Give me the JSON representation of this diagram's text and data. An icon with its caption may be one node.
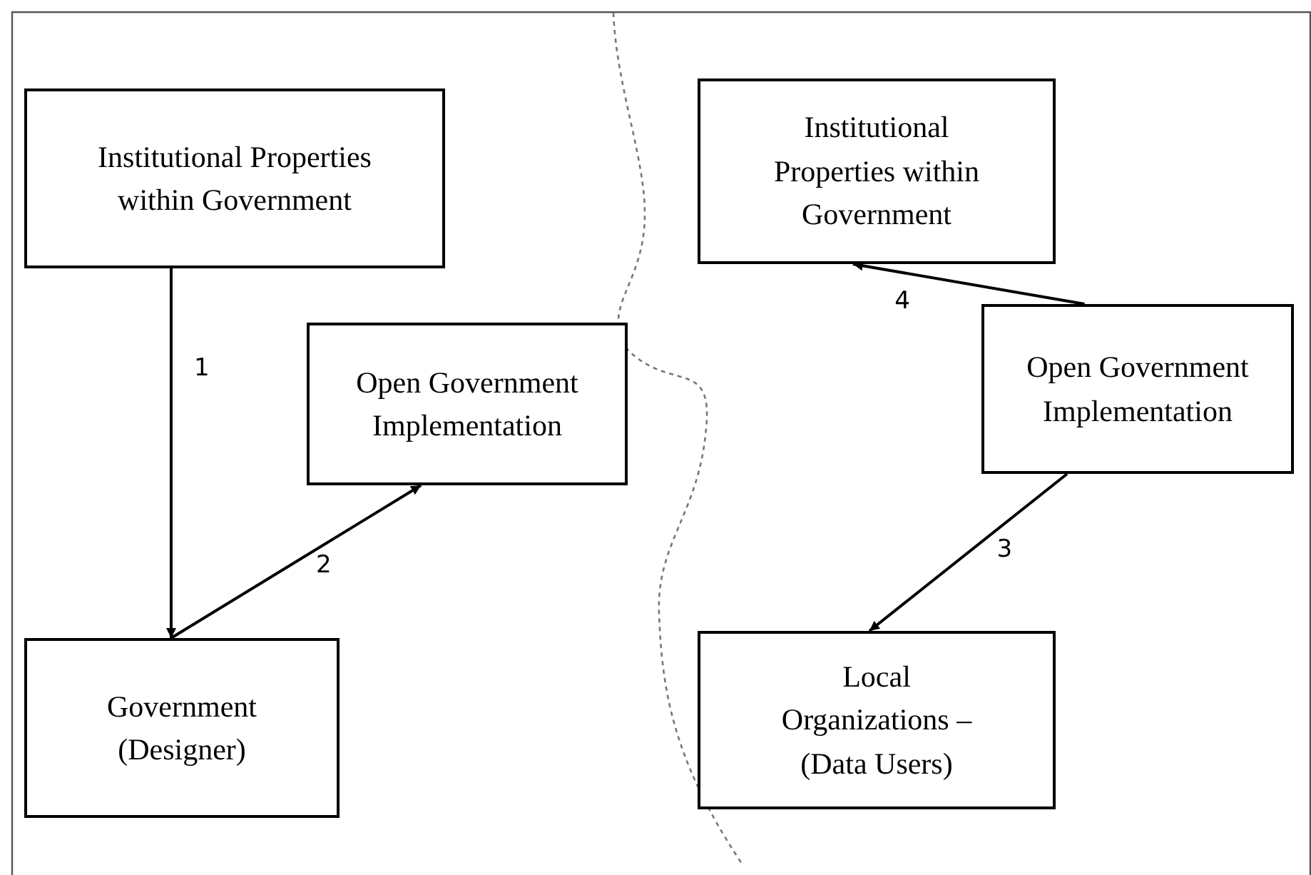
{
  "diagram": {
    "nodes": [
      {
        "text": [
          "Institutional Properties within Government"
        ]
      },
      {
        "text": [
          "Open Government Implementation"
        ]
      },
      {
        "text": [
          "Government (Designer)"
        ]
      },
      {
        "text": [
          "Institutional Properties within Government"
        ]
      },
      {
        "text": [
          "Open Government Implementation"
        ]
      },
      {
        "text": [
          "Local Organizations – (Data Users)"
        ]
      }
    ],
    "edges": [
      {
        "from": 0,
        "to": 2,
        "arrow": "to",
        "label": "1"
      },
      {
        "from": 2,
        "to": 1,
        "arrow": "to",
        "label": "2"
      },
      {
        "from": 4,
        "to": 5,
        "arrow": "to",
        "label": "3"
      },
      {
        "from": 4,
        "to": 3,
        "arrow": "to",
        "label": "4"
      }
    ]
  }
}
